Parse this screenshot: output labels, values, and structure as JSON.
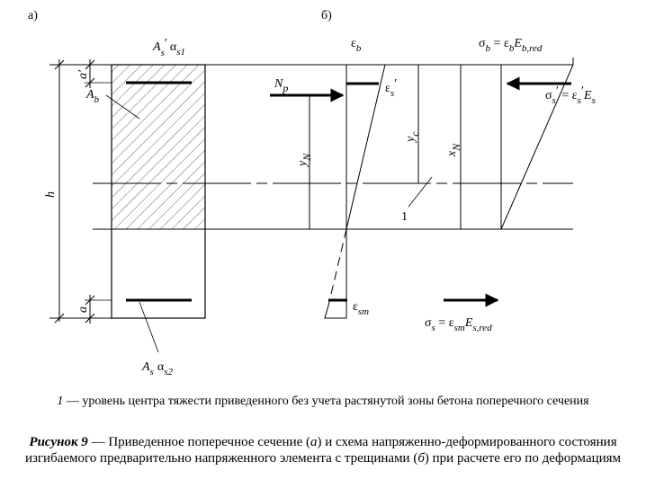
{
  "panel_labels": {
    "a": "а)",
    "b": "б)"
  },
  "section_labels": {
    "top_rebar": {
      "A": "A",
      "prime": "′",
      "alpha": "α",
      "sub": "s1",
      "s": "s"
    },
    "concrete": {
      "A": "A",
      "sub": "b"
    },
    "height": "h",
    "cover_top": "a′",
    "cover_bottom": "a",
    "bottom_rebar": {
      "A": "A",
      "s": "s",
      "alpha": "α",
      "sub": "s2"
    }
  },
  "diagram_labels": {
    "eps_b": {
      "sym": "ε",
      "sub": "b"
    },
    "eps_s_prime": {
      "sym": "ε",
      "sub": "s",
      "prime": "′"
    },
    "eps_sm": {
      "sym": "ε",
      "sub": "sm"
    },
    "Np": {
      "N": "N",
      "sub": "p"
    },
    "yN": {
      "y": "y",
      "sub": "N"
    },
    "yc": {
      "y": "y",
      "sub": "c"
    },
    "xN": {
      "x": "x",
      "sub": "N"
    },
    "level_marker": "1",
    "sigma_b": {
      "sigma": "σ",
      "sub_b": "b",
      "eq": " = ε",
      "E": "E",
      "sub_Ebred": "b,red"
    },
    "sigma_s_prime": {
      "sigma": "σ",
      "sub_s": "s",
      "prime": "′",
      "eq": " = ε",
      "prime2": "′",
      "E": "E",
      "sub_Es": "s"
    },
    "sigma_s": {
      "sigma": "σ",
      "sub_s": "s",
      "eq": " = ε",
      "sub_sm": "sm",
      "E": "E",
      "sub_Esred": "s,red"
    }
  },
  "note": {
    "num": "1",
    "text": " — уровень центра тяжести приведенного без учета растянутой зоны бетона поперечного сечения"
  },
  "caption": {
    "label": "Рисунок 9",
    "dash": " — ",
    "part1": "Приведенное поперечное сечение (",
    "a": "а",
    "part2": ") и схема напряженно-деформированного состояния изгибаемого предварительно напряженного элемента с трещинами (",
    "b": "б",
    "part3": ") при расчете его по деформациям"
  }
}
